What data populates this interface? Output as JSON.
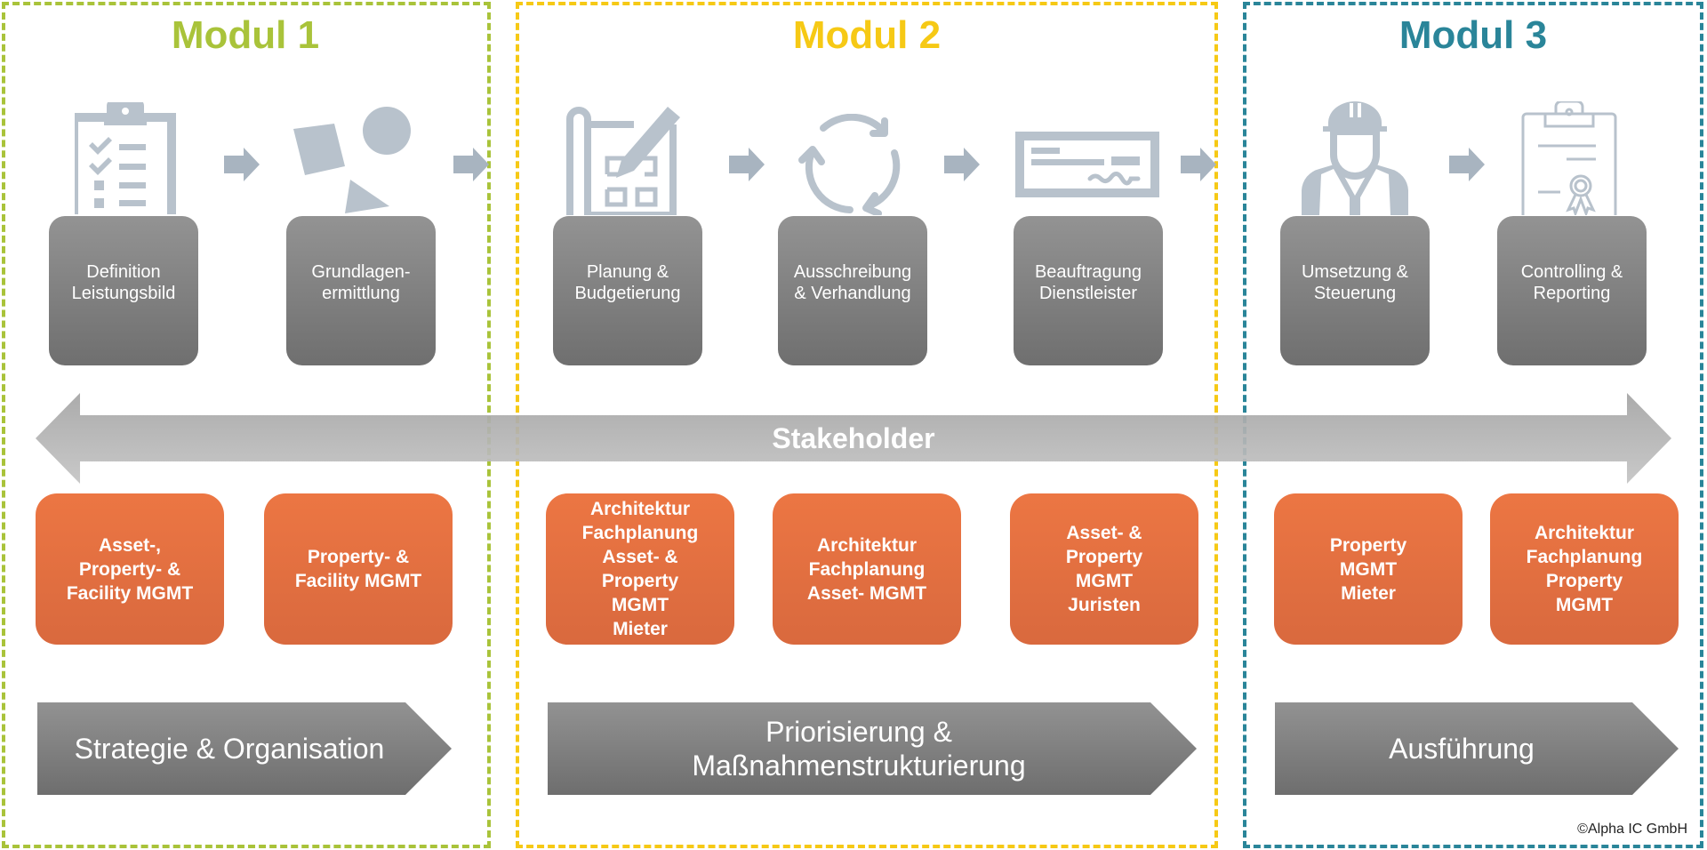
{
  "modules": [
    {
      "title": "Modul 1",
      "color": "#a9c33a",
      "steps": [
        {
          "label": "Definition\nLeistungsbild",
          "icon": "checklist-clipboard-icon"
        },
        {
          "label": "Grundlagen-\nermittlung",
          "icon": "shapes-icon"
        }
      ],
      "roles": [
        "Asset-,\nProperty- &\nFacility MGMT",
        "Property- &\nFacility MGMT"
      ],
      "phase": "Strategie & Organisation"
    },
    {
      "title": "Modul 2",
      "color": "#f6c915",
      "steps": [
        {
          "label": "Planung &\nBudgetierung",
          "icon": "blueprint-pencil-icon"
        },
        {
          "label": "Ausschreibung\n& Verhandlung",
          "icon": "cycle-arrows-icon"
        },
        {
          "label": "Beauftragung\nDienstleister",
          "icon": "cheque-signature-icon"
        }
      ],
      "roles": [
        "Architektur\nFachplanung\nAsset-  &\nProperty\nMGMT\nMieter",
        "Architektur\nFachplanung\nAsset-  MGMT",
        "Asset- &\nProperty\nMGMT\nJuristen"
      ],
      "phase": "Priorisierung &\nMaßnahmenstrukturierung"
    },
    {
      "title": "Modul 3",
      "color": "#2a8599",
      "steps": [
        {
          "label": "Umsetzung &\nSteuerung",
          "icon": "construction-worker-icon"
        },
        {
          "label": "Controlling &\nReporting",
          "icon": "certificate-clipboard-icon"
        }
      ],
      "roles": [
        "Property\nMGMT\nMieter",
        "Architektur\nFachplanung\nProperty\nMGMT"
      ],
      "phase": "Ausführung"
    }
  ],
  "stakeholder_label": "Stakeholder",
  "copyright": "©Alpha IC GmbH",
  "colors": {
    "icon": "#b8c2cc",
    "step_box": "#808080",
    "role_box": "#e5703f",
    "phase_arrow": "#858585",
    "stakeholder_arrow": "#b3b3b3"
  }
}
